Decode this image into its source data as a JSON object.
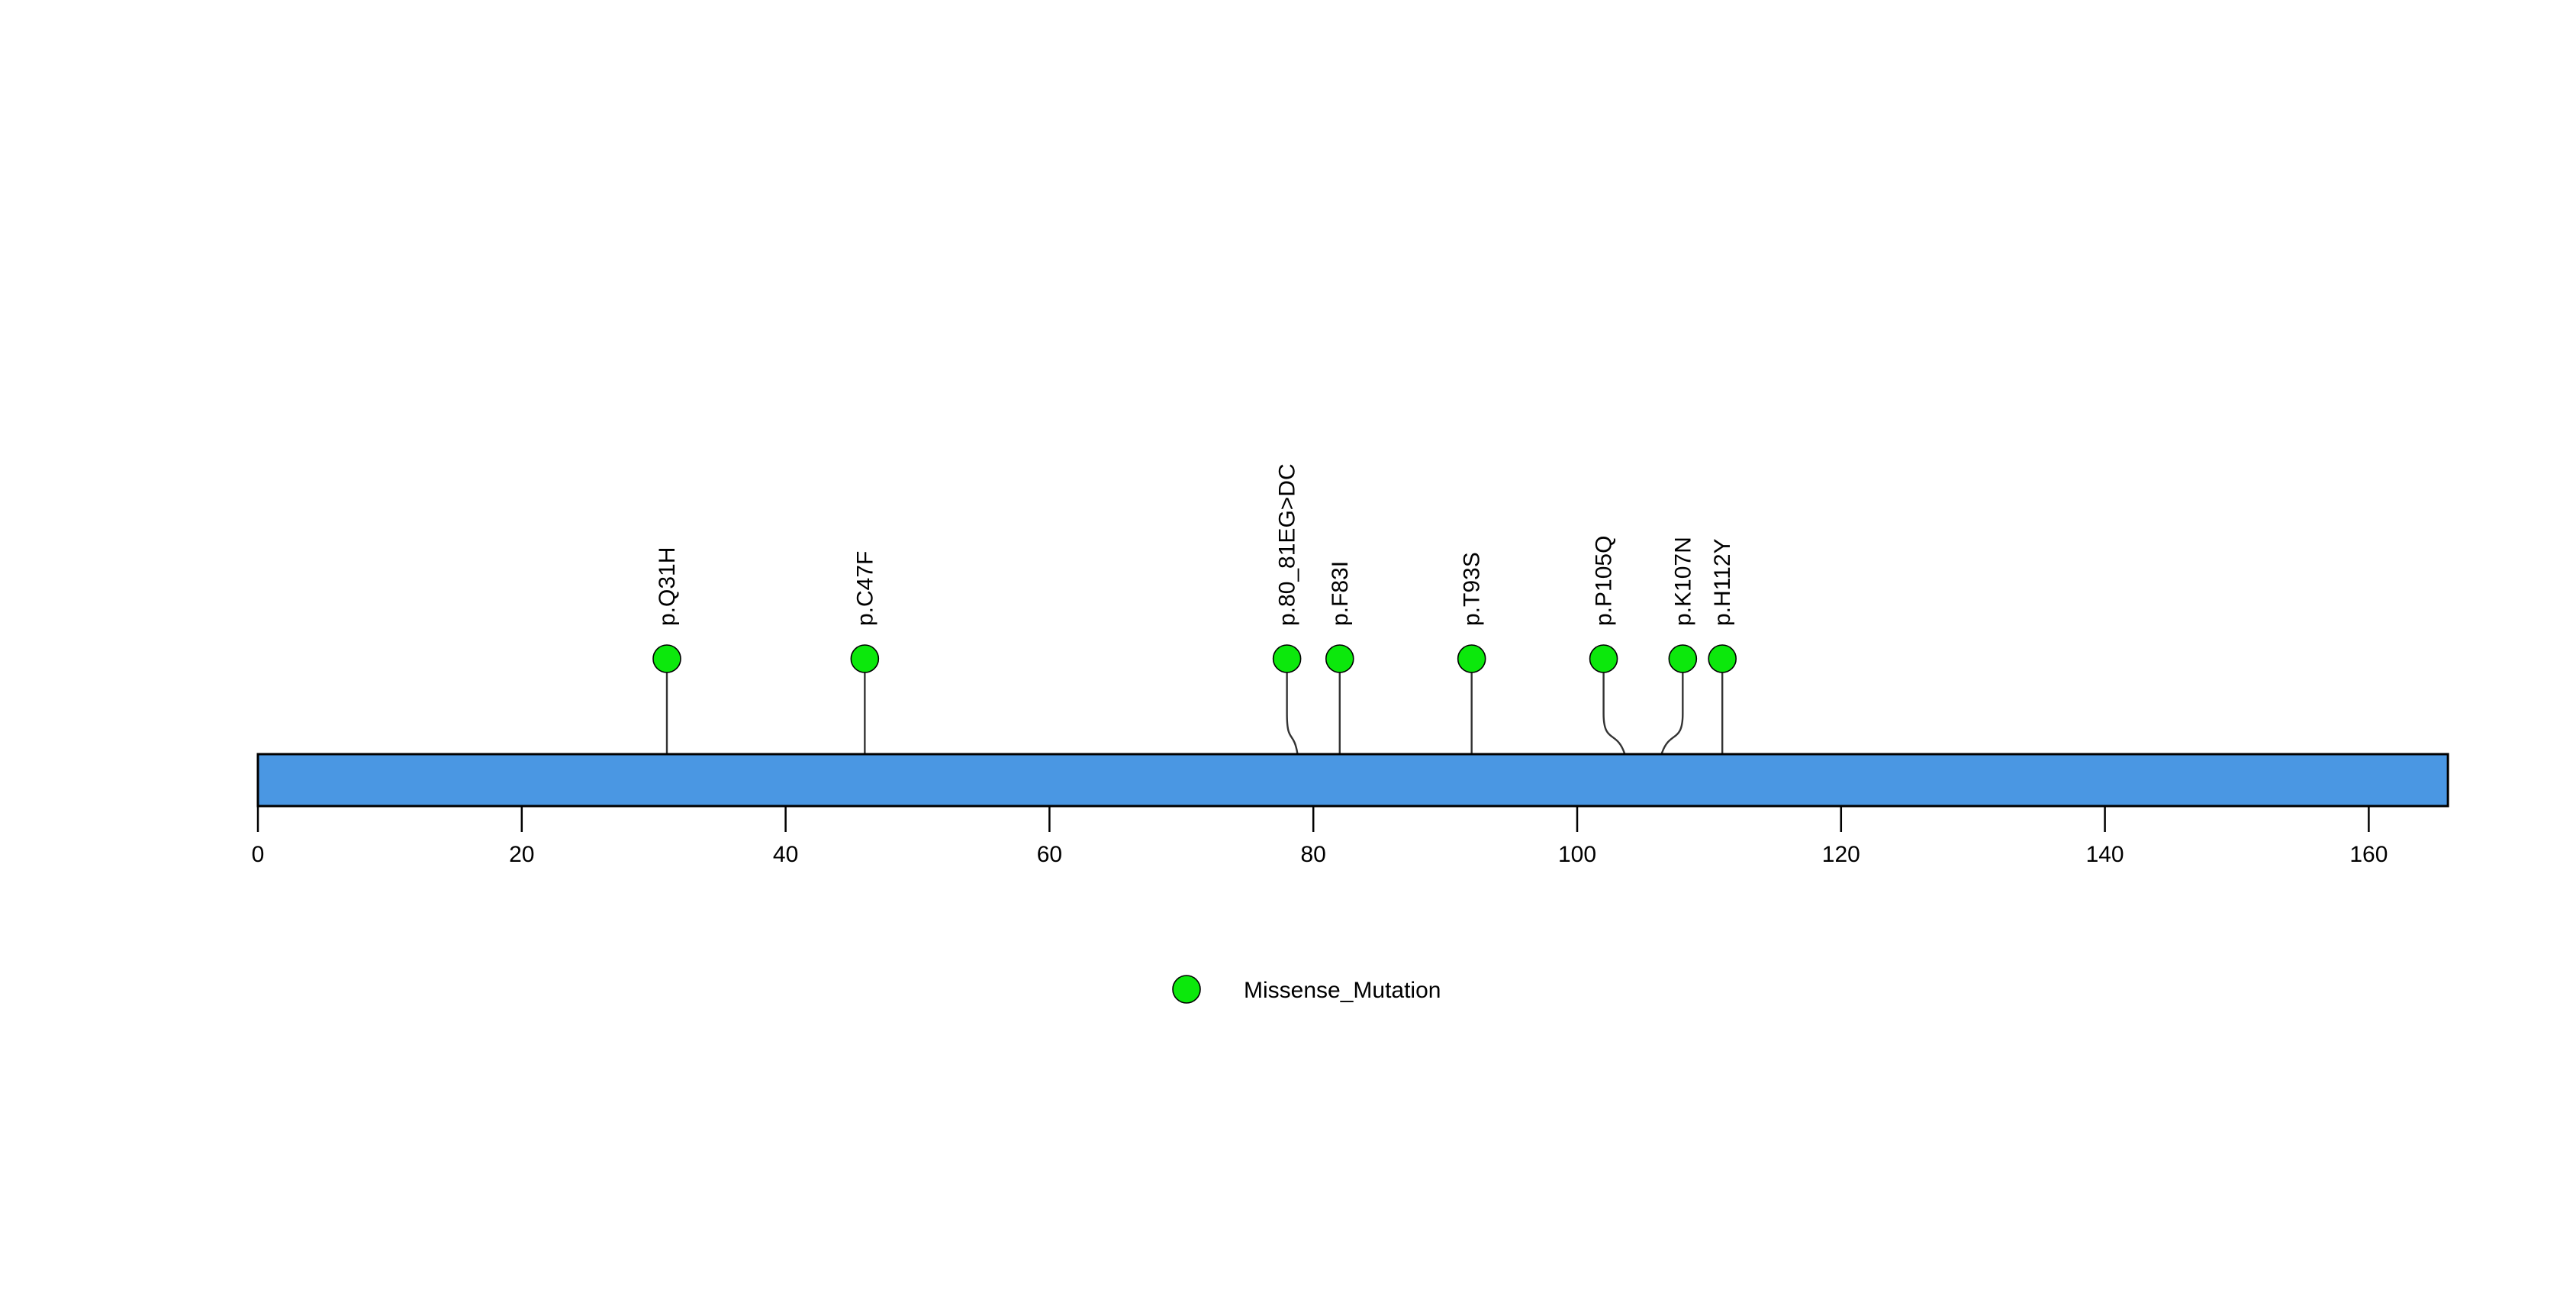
{
  "chart_data": {
    "type": "scatter",
    "plot_kind": "lollipop-mutation-diagram",
    "title": "",
    "subtitle": "",
    "xlabel": "",
    "ylabel": "",
    "xlim": [
      0,
      166
    ],
    "grid": false,
    "xticks": [
      0,
      20,
      40,
      60,
      80,
      100,
      120,
      140,
      160
    ],
    "xtick_labels": [
      "0",
      "20",
      "40",
      "60",
      "80",
      "100",
      "120",
      "140",
      "160"
    ],
    "protein_length": 166,
    "protein_bar": {
      "start": 0,
      "end": 166,
      "color": "#4A97E3",
      "border_color": "#000000"
    },
    "categories": [
      "p.Q31H",
      "p.C47F",
      "p.80_81EG>DC",
      "p.F83I",
      "p.T93S",
      "p.P105Q",
      "p.K107N",
      "p.H112Y"
    ],
    "values": [
      1,
      1,
      1,
      1,
      1,
      1,
      1,
      1
    ],
    "x": [
      31,
      46,
      80,
      83,
      92,
      105,
      107,
      111
    ],
    "mutations": [
      {
        "label": "p.Q31H",
        "position": 31,
        "count": 1,
        "label_offset": 31,
        "class": "Missense_Mutation",
        "color": "#0CE80C"
      },
      {
        "label": "p.C47F",
        "position": 46,
        "count": 1,
        "label_offset": 46,
        "class": "Missense_Mutation",
        "color": "#0CE80C"
      },
      {
        "label": "p.80_81EG>DC",
        "position": 79,
        "count": 1,
        "label_offset": 78,
        "class": "Missense_Mutation",
        "color": "#0CE80C"
      },
      {
        "label": "p.F83I",
        "position": 82,
        "count": 1,
        "label_offset": 82,
        "class": "Missense_Mutation",
        "color": "#0CE80C"
      },
      {
        "label": "p.T93S",
        "position": 92,
        "count": 1,
        "label_offset": 92,
        "class": "Missense_Mutation",
        "color": "#0CE80C"
      },
      {
        "label": "p.P105Q",
        "position": 104,
        "count": 1,
        "label_offset": 102,
        "class": "Missense_Mutation",
        "color": "#0CE80C"
      },
      {
        "label": "p.K107N",
        "position": 106,
        "count": 1,
        "label_offset": 108,
        "class": "Missense_Mutation",
        "color": "#0CE80C"
      },
      {
        "label": "p.H112Y",
        "position": 111,
        "count": 1,
        "label_offset": 111,
        "class": "Missense_Mutation",
        "color": "#0CE80C"
      }
    ],
    "legend": {
      "position": "bottom-center",
      "entries": [
        {
          "label": "Missense_Mutation",
          "color": "#0CE80C",
          "marker": "circle"
        }
      ]
    },
    "colors": {
      "protein": "#4A97E3",
      "missense": "#0CE80C",
      "stem": "#333333",
      "axis": "#000000",
      "background": "#FFFFFF"
    }
  }
}
